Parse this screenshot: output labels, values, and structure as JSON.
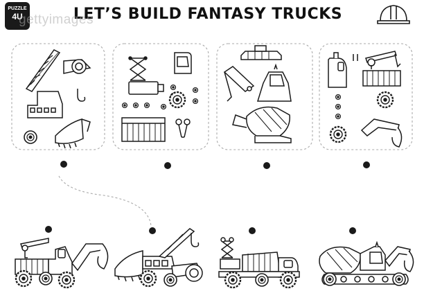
{
  "title": "LET’S BUILD FANTASY TRUCKS",
  "badge": {
    "line1": "PUZZLE",
    "line2": "4U"
  },
  "watermark": "gettyimages",
  "colors": {
    "line": "#1a1a1a",
    "fill": "#ffffff",
    "dash": "#aaaaaa"
  },
  "icons": [
    "helmet-icon"
  ],
  "parts_panels": [
    {
      "id": "panel-1",
      "parts": [
        "crane-arm",
        "roller-drum",
        "hook",
        "cab",
        "bucket",
        "wheel"
      ]
    },
    {
      "id": "panel-2",
      "parts": [
        "scissor-lift",
        "door",
        "wheels-small",
        "wheel",
        "cargo-box",
        "claw"
      ]
    },
    {
      "id": "panel-3",
      "parts": [
        "track",
        "excavator-arm",
        "cab",
        "mixer-drum"
      ]
    },
    {
      "id": "panel-4",
      "parts": [
        "cab",
        "crane",
        "bolts",
        "wheel",
        "excavator-arm",
        "wheel"
      ]
    }
  ],
  "trucks": [
    {
      "id": "truck-1",
      "type": "crane-excavator-truck"
    },
    {
      "id": "truck-2",
      "type": "bulldozer-crane-roller"
    },
    {
      "id": "truck-3",
      "type": "scissor-dump-truck"
    },
    {
      "id": "truck-4",
      "type": "mixer-excavator-track"
    }
  ]
}
